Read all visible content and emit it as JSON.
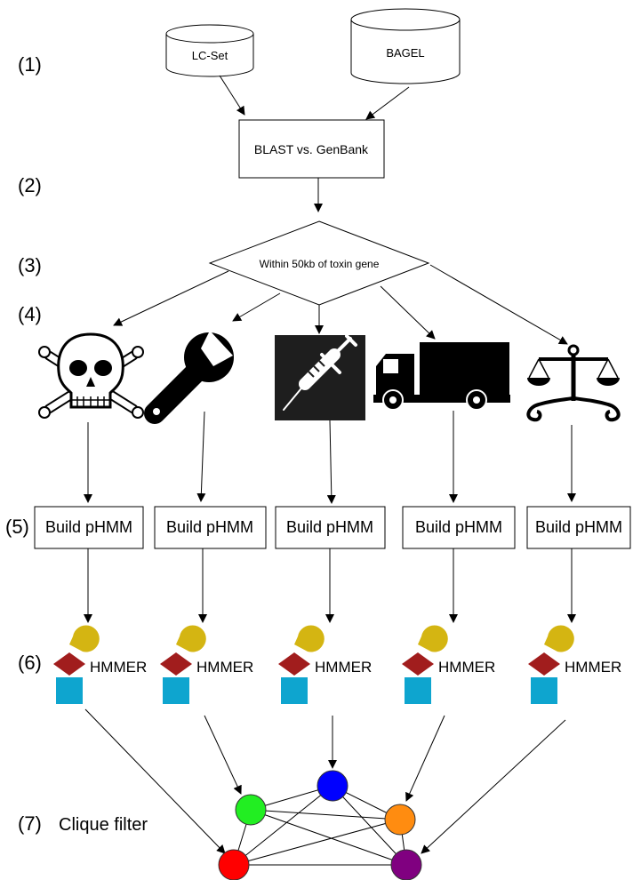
{
  "steps": {
    "s1": "(1)",
    "s2": "(2)",
    "s3": "(3)",
    "s4": "(4)",
    "s5": "(5)",
    "s6": "(6)",
    "s7": "(7)"
  },
  "databases": {
    "lcset": "LC-Set",
    "bagel": "BAGEL"
  },
  "blast_label": "BLAST vs. GenBank",
  "decision_label": "Within 50kb of toxin gene",
  "categories": [
    {
      "icon": "skull-crossbones-icon"
    },
    {
      "icon": "wrench-icon"
    },
    {
      "icon": "syringe-icon"
    },
    {
      "icon": "truck-icon"
    },
    {
      "icon": "balance-scale-icon"
    }
  ],
  "build_label": "Build pHMM",
  "hmmer_label": "HMMER",
  "clique_label": "Clique filter",
  "colors": {
    "circle": "#d4b512",
    "diamond": "#a11d1d",
    "square": "#0ea5cf",
    "node_red": "#ff0000",
    "node_green": "#22ee22",
    "node_blue": "#0000ff",
    "node_orange": "#ff8c10",
    "node_purple": "#800080"
  }
}
